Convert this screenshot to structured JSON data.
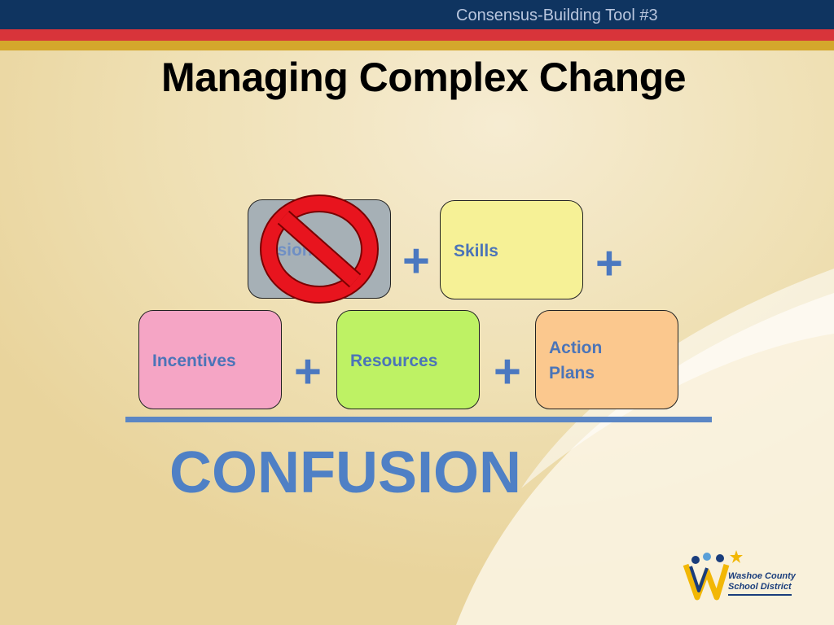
{
  "header": {
    "tool_label": "Consensus-Building Tool #3"
  },
  "title": "Managing Complex Change",
  "diagram": {
    "components": [
      {
        "id": "vision",
        "label": "Vision",
        "color": "#a6b0b6",
        "crossed_out": true
      },
      {
        "id": "skills",
        "label": "Skills",
        "color": "#f6f196"
      },
      {
        "id": "incentives",
        "label": "Incentives",
        "color": "#f5a5c5"
      },
      {
        "id": "resources",
        "label": "Resources",
        "color": "#bef264"
      },
      {
        "id": "action-plans",
        "label_line1": "Action",
        "label_line2": "Plans",
        "color": "#fbc88e"
      }
    ],
    "operator": "+",
    "result": "CONFUSION"
  },
  "logo": {
    "line1": "Washoe County",
    "line2": "School District"
  },
  "colors": {
    "navy": "#0f3460",
    "red": "#d8343a",
    "gold": "#d4a72c",
    "label_blue": "#4b74b8",
    "prohibit_red": "#e8141e"
  }
}
